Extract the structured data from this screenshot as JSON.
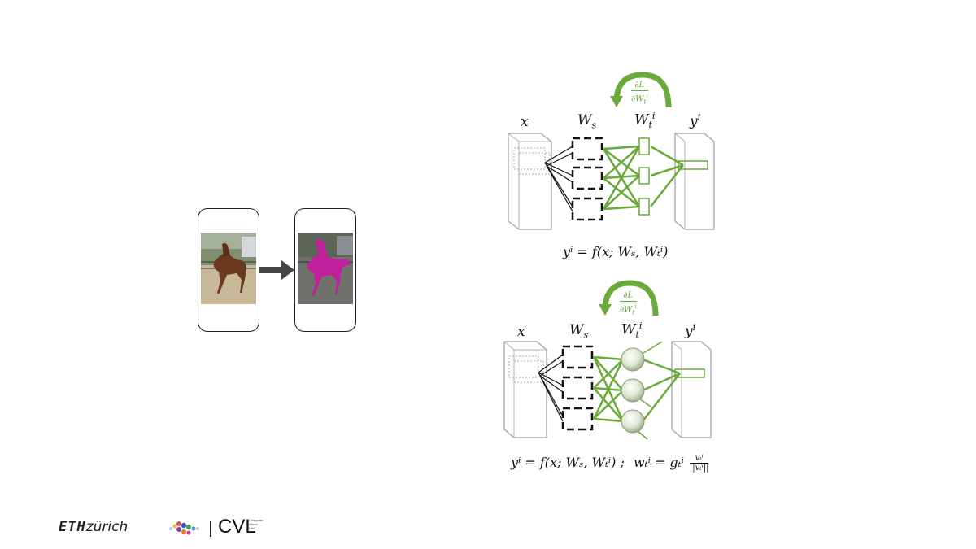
{
  "phones": {
    "input_alt": "horse photo",
    "output_alt": "segmented horse"
  },
  "diagram_top": {
    "grad_num": "∂L",
    "grad_den": "∂W",
    "grad_den_sub": "t",
    "grad_den_sup": "i",
    "labels": {
      "x": "x",
      "ws": "W",
      "ws_sub": "s",
      "wt": "W",
      "wt_sub": "t",
      "wt_sup": "i",
      "y": "y",
      "y_sup": "i"
    },
    "formula": "yⁱ = f(x; Wₛ, Wₜⁱ)"
  },
  "diagram_bottom": {
    "grad_num": "∂L",
    "grad_den": "∂W",
    "grad_den_sub": "t",
    "grad_den_sup": "i",
    "labels": {
      "x": "x",
      "ws": "W",
      "ws_sub": "s",
      "wt": "W",
      "wt_sub": "t",
      "wt_sup": "i",
      "y": "y",
      "y_sup": "i"
    },
    "formula_left": "yⁱ = f(x; Wₛ, Wₜⁱ)",
    "formula_sep": ";",
    "formula_right_lhs": "wₜⁱ = gₜⁱ",
    "formula_frac_num": "vₜⁱ",
    "formula_frac_den": "||vₜⁱ||"
  },
  "footer": {
    "eth_mark": "ETH",
    "eth_text": "zürich",
    "cvl_text": "CVL",
    "cvl_sub": [
      "Computer",
      "Vision",
      "Lab"
    ]
  },
  "colors": {
    "green": "#6aaa3a",
    "dark": "#222222",
    "gray": "#b0b0b0",
    "magenta": "#c0209a"
  }
}
